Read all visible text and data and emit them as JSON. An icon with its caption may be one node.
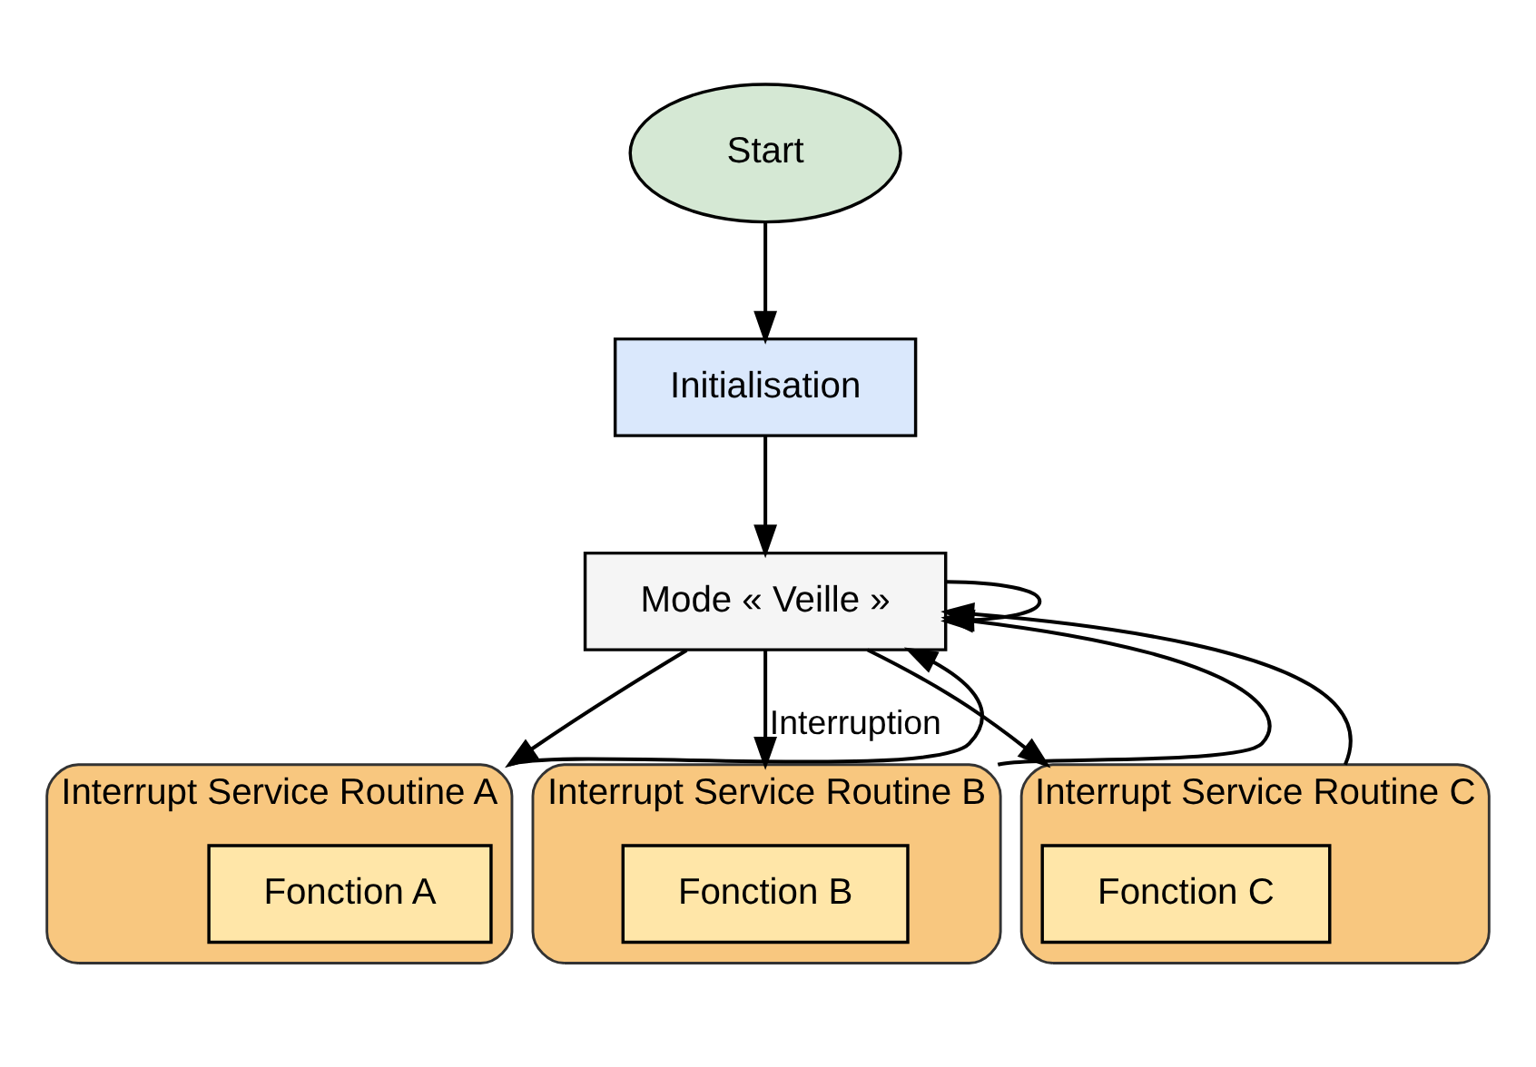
{
  "diagram": {
    "nodes": [
      {
        "text": [
          "Start"
        ]
      },
      {
        "text": [
          "Initialisation"
        ]
      },
      {
        "text": [
          "Mode « Veille »"
        ]
      },
      {
        "text": [
          "Interrupt Service Routine A"
        ]
      },
      {
        "text": [
          "Fonction A"
        ],
        "in": 3
      },
      {
        "text": [
          "Interrupt Service Routine B"
        ]
      },
      {
        "text": [
          "Fonction B"
        ],
        "in": 5
      },
      {
        "text": [
          "Interrupt Service Routine C"
        ]
      },
      {
        "text": [
          "Fonction C"
        ],
        "in": 7
      }
    ],
    "edges": [
      {
        "from": 0,
        "to": 1,
        "arrow": "to"
      },
      {
        "from": 1,
        "to": 2,
        "arrow": "to"
      },
      {
        "from": 2,
        "to": 3,
        "arrow": "to"
      },
      {
        "from": 2,
        "to": 5,
        "label": "Interruption",
        "arrow": "to"
      },
      {
        "from": 2,
        "to": 7,
        "arrow": "to"
      },
      {
        "from": 2,
        "to": 2,
        "arrow": "to"
      },
      {
        "from": 3,
        "to": 2,
        "arrow": "to"
      },
      {
        "from": 5,
        "to": 2,
        "arrow": "to"
      },
      {
        "from": 7,
        "to": 2,
        "arrow": "to"
      }
    ]
  }
}
